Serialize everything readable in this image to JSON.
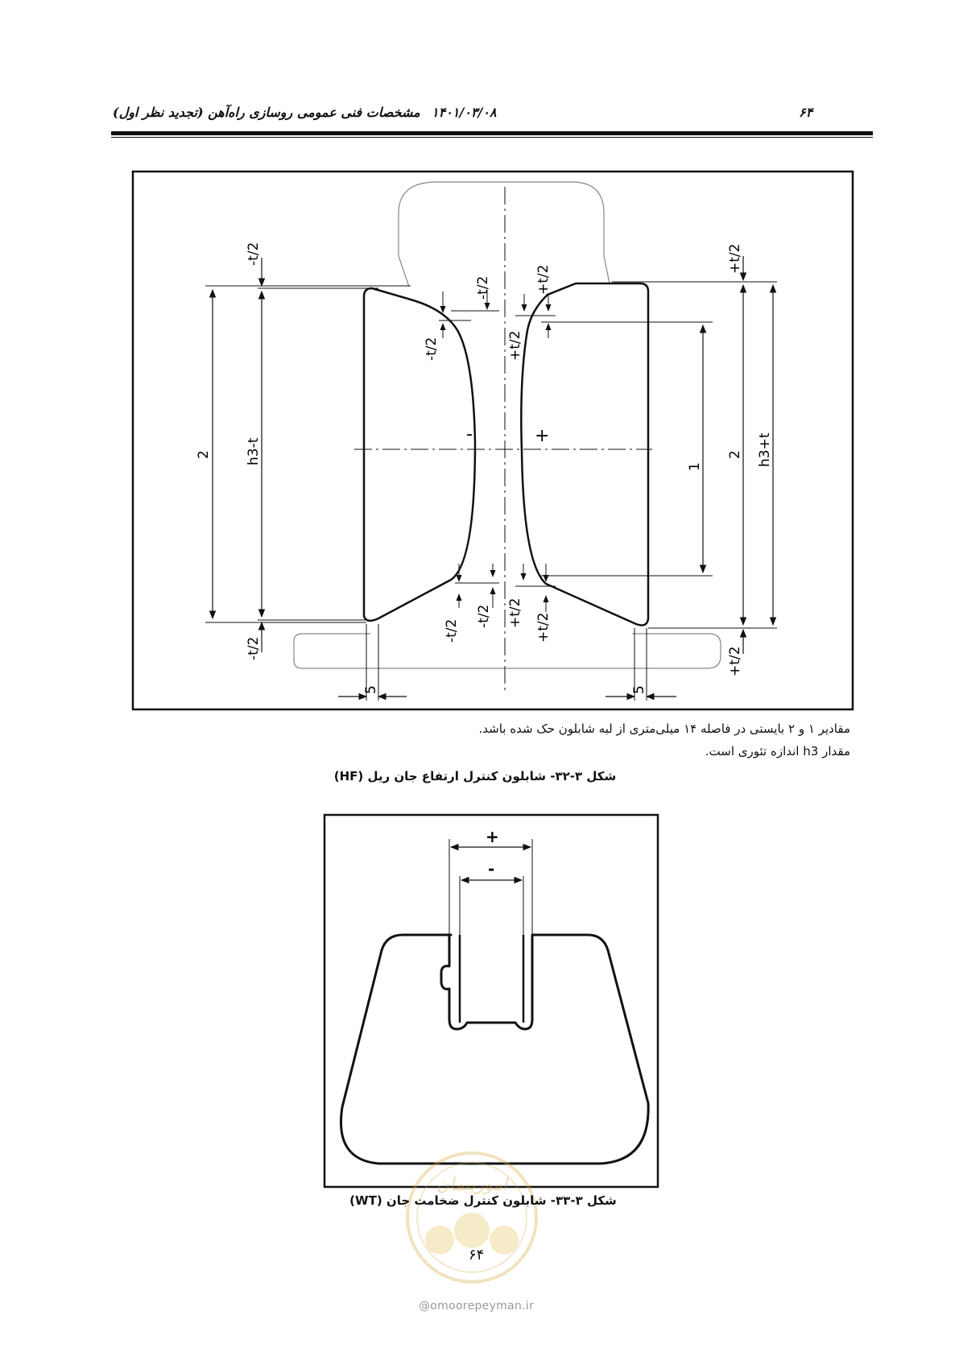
{
  "header": {
    "page_number": "۶۴",
    "date": "۱۴۰۱/۰۳/۰۸",
    "title": "مشخصات فنی عمومی روسازی راه‌آهن (تجدید نظر اول)"
  },
  "figure1": {
    "labels": {
      "minus_t2": "-t/2",
      "plus_t2": "+t/2",
      "h3_minus_t": "h3-t",
      "h3_plus_t": "h3+t",
      "two": "2",
      "one": "1",
      "minus": "-",
      "plus": "+",
      "five": "5"
    }
  },
  "notes": {
    "line1": "مقادیر ۱ و ۲ بایستی در فاصله ۱۴ میلی‌متری از لبه شابلون حک شده باشد.",
    "line2": "مقدار h3 اندازه تئوری است."
  },
  "caption1": "شکل ۳-۳۲- شابلون کنترل ارتفاع جان ریل (HF)",
  "figure2": {
    "labels": {
      "plus": "+",
      "minus": "-"
    }
  },
  "caption2": "شکل ۳-۳۳- شابلون کنترل ضخامت جان (WT)",
  "footer": {
    "page_number": "۶۴",
    "watermark": "@omoorepeyman.ir",
    "seal_text": "امورپیمان"
  }
}
